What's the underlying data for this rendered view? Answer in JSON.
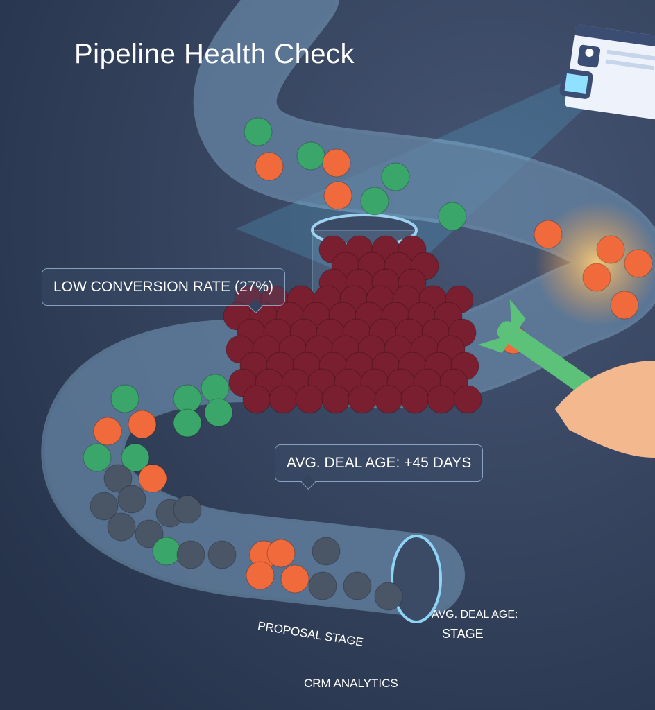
{
  "title": "Pipeline Health Check",
  "callouts": {
    "conversion": "LOW CONVERSION RATE (27%)",
    "deal_age": "AVG. DEAL AGE: +45 DAYS"
  },
  "labels": {
    "proposal_stage": "PROPOSAL STAGE",
    "deal_age_label": "AVG. DEAL AGE:",
    "stage": "STAGE"
  },
  "footer": "CRM ANALYTICS",
  "colors": {
    "background": "#2f3d57",
    "pipe": "#9fd2f0",
    "green": "#3aa66a",
    "orange": "#f06a3c",
    "maroon": "#7a1f30",
    "gray": "#4a5566",
    "wrench": "#5cc27a"
  }
}
